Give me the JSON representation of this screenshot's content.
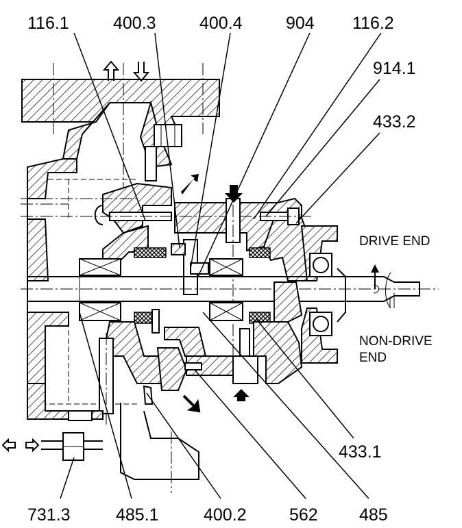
{
  "labels_top": [
    "116.1",
    "400.3",
    "400.4",
    "904",
    "116.2"
  ],
  "labels_right": [
    "914.1",
    "433.2",
    "433.1"
  ],
  "labels_bottom": [
    "731.3",
    "485.1",
    "400.2",
    "562",
    "485"
  ],
  "side_text": {
    "drive_end": "DRIVE END",
    "non_drive_end_line1": "NON-DRIVE",
    "non_drive_end_line2": "END"
  }
}
